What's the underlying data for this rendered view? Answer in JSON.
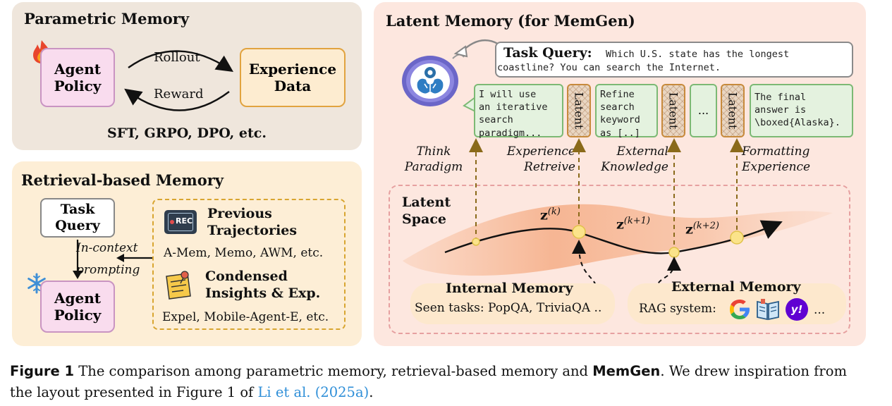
{
  "parametric": {
    "title": "Parametric Memory",
    "agent_policy": "Agent\nPolicy",
    "experience_data": "Experience\nData",
    "rollout": "Rollout",
    "reward": "Reward",
    "methods": "SFT, GRPO, DPO, etc."
  },
  "retrieval": {
    "title": "Retrieval-based Memory",
    "task_query": "Task\nQuery",
    "agent_policy": "Agent\nPolicy",
    "in_context": "In-context",
    "prompting": "prompting",
    "prev_traj": "Previous\nTrajectories",
    "rec": "REC",
    "prev_examples": "A-Mem, Memo, AWM, etc.",
    "condensed": "Condensed\nInsights & Exp.",
    "condensed_examples": "Expel, Mobile-Agent-E, etc."
  },
  "latent": {
    "title": "Latent Memory (for MemGen)",
    "task_query_label": "Task Query:",
    "task_query_text": "Which U.S. state has the longest\ncoastline? You can search the Internet.",
    "box1": "I will use\nan iterative\nsearch\nparadigm...",
    "box2": "Refine\nsearch\nkeyword\nas [..]",
    "box_final": "The final\nanswer is\n\\boxed{Alaska}.",
    "latent_label": "Latent",
    "ellipsis": "...",
    "think": "Think\nParadigm",
    "experience": "Experience\nRetreive",
    "external": "External\nKnowledge",
    "formatting": "Formatting\nExperience",
    "space": "Latent\nSpace",
    "z": "z",
    "z1_sup": "(k)",
    "z2_sup": "(k+1)",
    "z3_sup": "(k+2)",
    "internal_title": "Internal Memory",
    "internal_text": "Seen tasks: PopQA, TriviaQA ..",
    "external_title": "External Memory",
    "external_text": "RAG system:",
    "external_more": "...",
    "yahoo": "y!"
  },
  "caption": {
    "fig": "Figure 1",
    "text1": "The comparison among parametric memory, retrieval-based memory and",
    "memgen": "MemGen",
    "text2": ". We drew inspiration from",
    "text3": "the layout presented in Figure 1 of",
    "cite_authors": "Li et al.",
    "cite_year": "(2025a)",
    "text4": "."
  },
  "colors": {
    "parametric_bg": "#efe6dc",
    "retrieval_bg": "#fdeed6",
    "latent_bg": "#fde7df",
    "pink_node": "#f9dcee",
    "orange_node": "#fdecd0",
    "green_box": "#e4f2df",
    "cite": "#2f8fd8"
  }
}
